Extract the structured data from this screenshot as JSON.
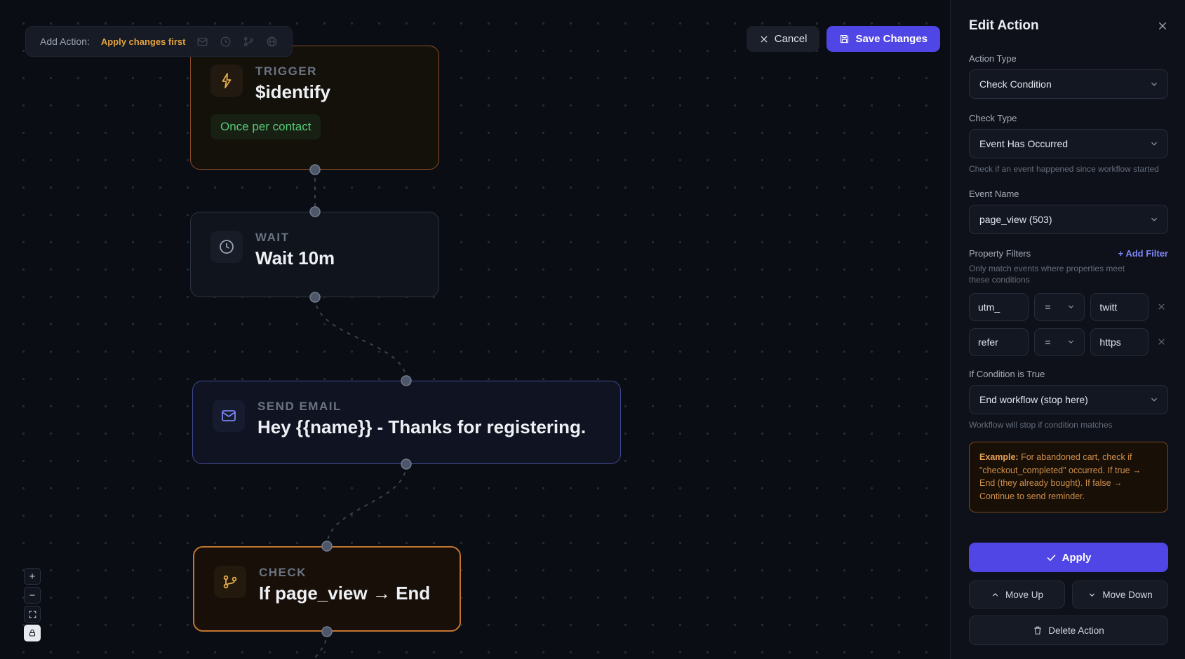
{
  "toolbar": {
    "add_action_label": "Add Action:",
    "warning": "Apply changes first",
    "cancel_label": "Cancel",
    "save_label": "Save Changes"
  },
  "canvas": {
    "nodes": [
      {
        "type": "TRIGGER",
        "title": "$identify",
        "badge": "Once per contact",
        "icon": "lightning-icon"
      },
      {
        "type": "WAIT",
        "title": "Wait 10m",
        "icon": "clock-icon"
      },
      {
        "type": "SEND EMAIL",
        "title": "Hey {{name}} - Thanks for registering.",
        "icon": "mail-icon"
      },
      {
        "type": "CHECK",
        "title": "If page_view → End",
        "icon": "branch-icon"
      }
    ]
  },
  "panel": {
    "title": "Edit Action",
    "action_type_label": "Action Type",
    "action_type_value": "Check Condition",
    "check_type_label": "Check Type",
    "check_type_value": "Event Has Occurred",
    "check_type_help": "Check if an event happened since workflow started",
    "event_name_label": "Event Name",
    "event_name_value": "page_view (503)",
    "filters_label": "Property Filters",
    "add_filter_label": "+ Add Filter",
    "filters_help": "Only match events where properties meet these conditions",
    "filters": [
      {
        "key": "utm_",
        "op": "=",
        "value": "twitt"
      },
      {
        "key": "refer",
        "op": "=",
        "value": "https"
      }
    ],
    "condition_label": "If Condition is True",
    "condition_value": "End workflow (stop here)",
    "condition_help": "Workflow will stop if condition matches",
    "example_title": "Example:",
    "example_text": "For abandoned cart, check if \"checkout_completed\" occurred. If true → End (they already bought). If false → Continue to send reminder.",
    "apply_label": "Apply",
    "move_up_label": "Move Up",
    "move_down_label": "Move Down",
    "delete_label": "Delete Action"
  },
  "colors": {
    "accent": "#4f46e5",
    "warning": "#e2a23f",
    "success": "#57c978",
    "trigger_border": "#8a4d28",
    "check_border": "#c4762e",
    "email_border": "#41498f"
  }
}
